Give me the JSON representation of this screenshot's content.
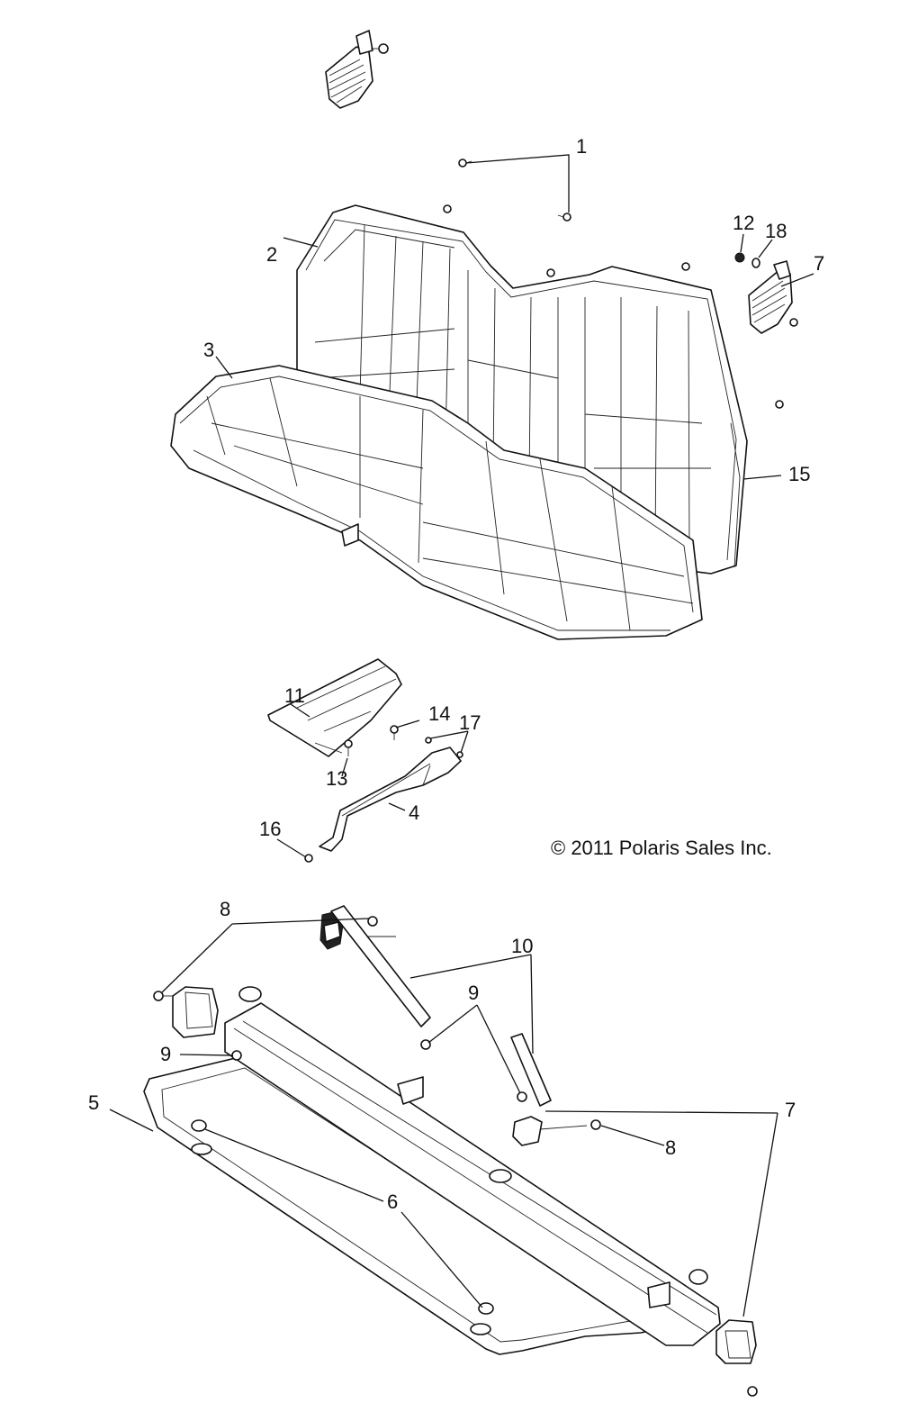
{
  "copyright": "© 2011 Polaris Sales Inc.",
  "callouts": [
    "1",
    "2",
    "3",
    "4",
    "5",
    "6",
    "7",
    "7",
    "8",
    "8",
    "9",
    "9",
    "10",
    "11",
    "12",
    "13",
    "14",
    "15",
    "16",
    "17",
    "18"
  ],
  "parts": [
    {
      "number": "1",
      "icon": "screw-icon"
    },
    {
      "number": "2",
      "icon": "seat-back-icon"
    },
    {
      "number": "3",
      "icon": "seat-bottom-icon"
    },
    {
      "number": "4",
      "icon": "bracket-icon"
    },
    {
      "number": "5",
      "icon": "seat-frame-icon"
    },
    {
      "number": "6",
      "icon": "grommet-icon"
    },
    {
      "number": "7",
      "icon": "seat-belt-retractor-icon"
    },
    {
      "number": "8",
      "icon": "bolt-icon"
    },
    {
      "number": "9",
      "icon": "nut-icon"
    },
    {
      "number": "10",
      "icon": "seat-belt-buckle-icon"
    },
    {
      "number": "11",
      "icon": "cover-plate-icon"
    },
    {
      "number": "12",
      "icon": "bolt-icon"
    },
    {
      "number": "13",
      "icon": "screw-icon"
    },
    {
      "number": "14",
      "icon": "screw-icon"
    },
    {
      "number": "15",
      "icon": "trim-strip-icon"
    },
    {
      "number": "16",
      "icon": "screw-icon"
    },
    {
      "number": "17",
      "icon": "rivet-icon"
    },
    {
      "number": "18",
      "icon": "washer-icon"
    }
  ]
}
